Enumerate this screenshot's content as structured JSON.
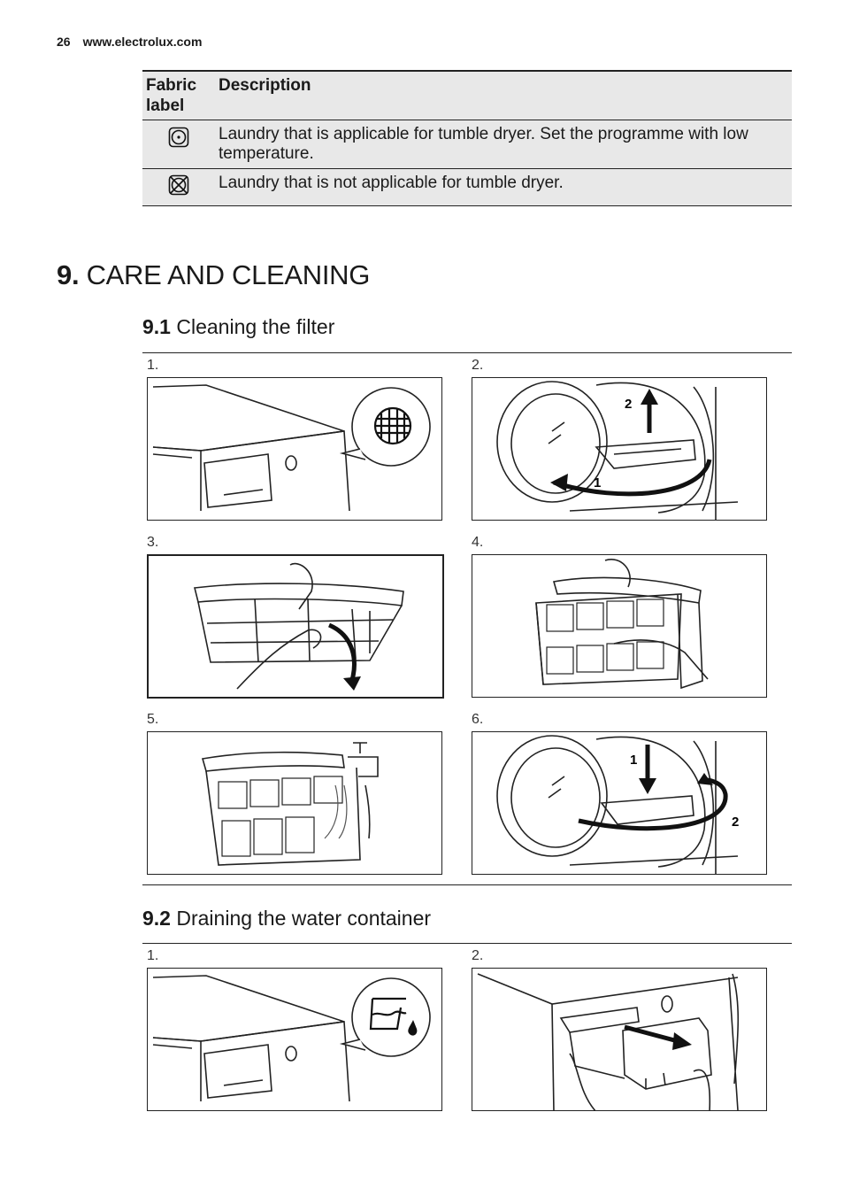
{
  "header": {
    "page_number": "26",
    "website": "www.electrolux.com"
  },
  "fabric_table": {
    "columns": [
      "Fabric label",
      "Description"
    ],
    "rows": [
      {
        "symbol": "tumble-dry-low-icon",
        "description": "Laundry that is applicable for tumble dryer. Set the programme with low temperature."
      },
      {
        "symbol": "do-not-tumble-dry-icon",
        "description": "Laundry that is not applicable for tumble dryer."
      }
    ]
  },
  "section": {
    "number": "9.",
    "title": "CARE AND CLEANING"
  },
  "subsection_filter": {
    "number": "9.1",
    "title": "Cleaning the filter",
    "steps": [
      "1.",
      "2.",
      "3.",
      "4.",
      "5.",
      "6."
    ],
    "callouts": {
      "step2_a": "2",
      "step2_b": "1",
      "step6_a": "1",
      "step6_b": "2"
    }
  },
  "subsection_water": {
    "number": "9.2",
    "title": "Draining the water container",
    "steps": [
      "1.",
      "2."
    ]
  }
}
